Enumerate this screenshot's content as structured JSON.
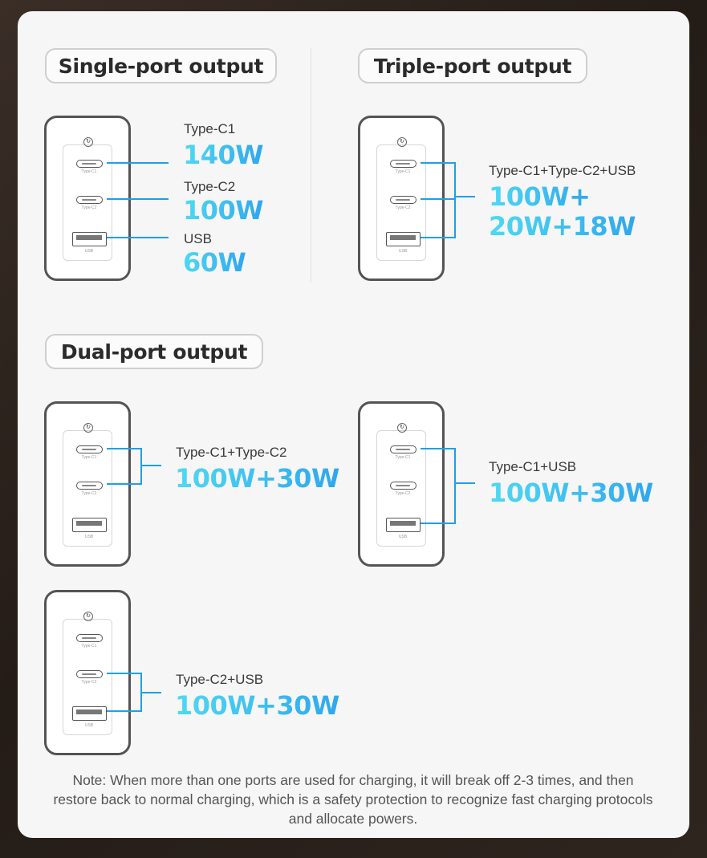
{
  "sections": {
    "single": "Single-port output",
    "triple": "Triple-port output",
    "dual": "Dual-port output"
  },
  "charger": {
    "port_labels": {
      "c1": "Type-C1",
      "c2": "Type-C2",
      "usb": "USB"
    }
  },
  "single_port": [
    {
      "name": "Type-C1",
      "watt": "140W"
    },
    {
      "name": "Type-C2",
      "watt": "100W"
    },
    {
      "name": "USB",
      "watt": "60W"
    }
  ],
  "triple_port": {
    "name": "Type-C1+Type-C2+USB",
    "watt_line1": "100W+",
    "watt_line2": "20W+18W"
  },
  "dual_port": [
    {
      "name": "Type-C1+Type-C2",
      "watt": "100W+30W"
    },
    {
      "name": "Type-C1+USB",
      "watt": "100W+30W"
    },
    {
      "name": "Type-C2+USB",
      "watt": "100W+30W"
    }
  ],
  "note": "Note: When more than one ports are used for charging, it will break off 2-3 times, and then restore back to normal charging, which is a safety protection to recognize fast charging protocols and allocate powers.",
  "colors": {
    "accent": "#1ea0e6",
    "watt_gradient_start": "#4fd9f3",
    "watt_gradient_end": "#2fa7ee",
    "card": "#f6f6f6"
  },
  "icons": {
    "brand_logo": "brand-logo-icon"
  }
}
